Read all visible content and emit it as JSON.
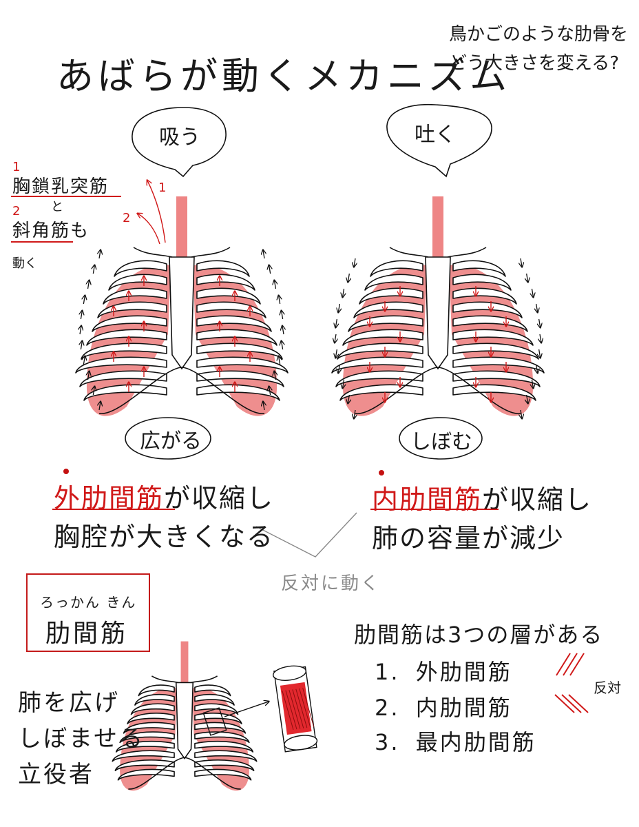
{
  "title": "あばらが動くメカニズム",
  "question": [
    "鳥かごのような肋骨を",
    "どう大きさを変える?"
  ],
  "inhale": {
    "bubble": "吸う",
    "result": "広がる",
    "muscle_num_1": "1",
    "muscle_1": "胸鎖乳突筋",
    "and": "と",
    "muscle_num_2": "2",
    "muscle_2": "斜角筋も",
    "moves": "動く",
    "arrow_label_1": "1",
    "arrow_label_2": "2",
    "caption_key": "外肋間筋",
    "caption_rest": "が収縮し",
    "caption_line2": "胸腔が大きくなる"
  },
  "exhale": {
    "bubble": "吐く",
    "result": "しぼむ",
    "caption_key": "内肋間筋",
    "caption_rest": "が収縮し",
    "caption_line2": "肺の容量が減少"
  },
  "opposite": "反対に動く",
  "box": {
    "reading": "ろっかん きん",
    "term": "肋間筋"
  },
  "role": [
    "肺を広げ",
    "しぼませる",
    "立役者"
  ],
  "layers": {
    "heading": "肋間筋は3つの層がある",
    "items": [
      {
        "num": "1.",
        "name": "外肋間筋"
      },
      {
        "num": "2.",
        "name": "内肋間筋"
      },
      {
        "num": "3.",
        "name": "最内肋間筋"
      }
    ],
    "opposite_note": "反対"
  },
  "colors": {
    "lung": "#ee8e8e",
    "accent_red": "#d01818",
    "trachea": "#ee8585"
  }
}
